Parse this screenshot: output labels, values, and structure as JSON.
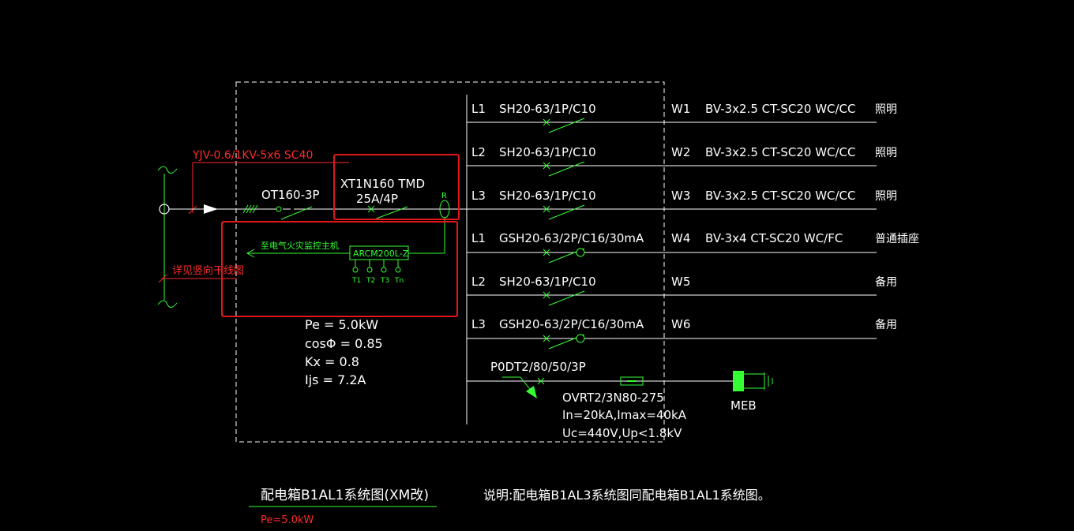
{
  "colors": {
    "background": "#000000",
    "white": "#ffffff",
    "green": "#33ff33",
    "red": "#ff2a2a",
    "highlight": "#e01818"
  },
  "incoming": {
    "cable": "YJV-0.6/1KV-5x6  SC40",
    "switch": "OT160-3P",
    "breaker_line1": "XT1N160 TMD",
    "breaker_line2": "25A/4P",
    "rcm_symbol": "R",
    "riser_note": "详见竖向干线图"
  },
  "monitor": {
    "label": "至电气火灾监控主机",
    "device": "ARCM200L-Z",
    "terminals": [
      "T1",
      "T2",
      "T3",
      "Tn"
    ]
  },
  "load_params": {
    "pe": "Pe = 5.0kW",
    "cos": "cosΦ = 0.85",
    "kx": "Kx = 0.8",
    "ijs": "Ijs = 7.2A"
  },
  "circuits": [
    {
      "phase": "L1",
      "breaker": "SH20-63/1P/C10",
      "circuit": "W1",
      "cable": "BV-3x2.5  CT-SC20  WC/CC",
      "use": "照明"
    },
    {
      "phase": "L2",
      "breaker": "SH20-63/1P/C10",
      "circuit": "W2",
      "cable": "BV-3x2.5  CT-SC20  WC/CC",
      "use": "照明"
    },
    {
      "phase": "L3",
      "breaker": "SH20-63/1P/C10",
      "circuit": "W3",
      "cable": "BV-3x2.5  CT-SC20  WC/CC",
      "use": "照明"
    },
    {
      "phase": "L1",
      "breaker": "GSH20-63/2P/C16/30mA",
      "circuit": "W4",
      "cable": "BV-3x4  CT-SC20  WC/FC",
      "use": "普通插座"
    },
    {
      "phase": "L2",
      "breaker": "SH20-63/1P/C10",
      "circuit": "W5",
      "cable": "",
      "use": "备用"
    },
    {
      "phase": "L3",
      "breaker": "GSH20-63/2P/C16/30mA",
      "circuit": "W6",
      "cable": "",
      "use": "备用"
    }
  ],
  "spd": {
    "breaker": "P0DT2/80/50/3P",
    "device": "OVRT2/3N80-275",
    "rating1": "In=20kA,Imax=40kA",
    "rating2": "Uc=440V,Up<1.8kV",
    "earth": "MEB"
  },
  "footer": {
    "title": "配电箱B1AL1系统图(XM改)",
    "subtitle": "Pe=5.0kW",
    "note": "说明:配电箱B1AL3系统图同配电箱B1AL1系统图。"
  }
}
